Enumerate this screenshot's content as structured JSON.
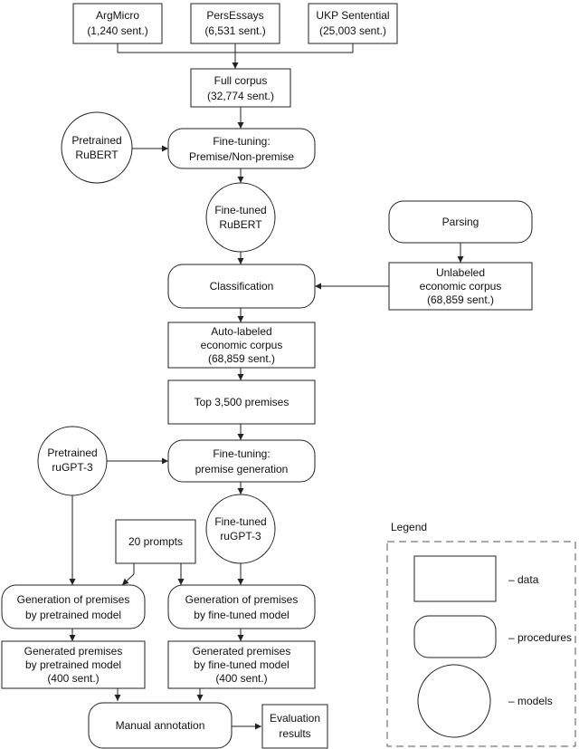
{
  "nodes": {
    "argmicro": {
      "kind": "data",
      "lines": [
        "ArgMicro",
        "(1,240 sent.)"
      ]
    },
    "persessays": {
      "kind": "data",
      "lines": [
        "PersEssays",
        "(6,531 sent.)"
      ]
    },
    "ukp": {
      "kind": "data",
      "lines": [
        "UKP Sentential",
        "(25,003 sent.)"
      ]
    },
    "full_corpus": {
      "kind": "data",
      "lines": [
        "Full corpus",
        "(32,774 sent.)"
      ]
    },
    "pretrained_rubert": {
      "kind": "model",
      "lines": [
        "Pretrained",
        "RuBERT"
      ]
    },
    "finetune_premise": {
      "kind": "procedure",
      "lines": [
        "Fine-tuning:",
        "Premise/Non-premise"
      ]
    },
    "finetuned_rubert": {
      "kind": "model",
      "lines": [
        "Fine-tuned",
        "RuBERT"
      ]
    },
    "parsing": {
      "kind": "procedure",
      "lines": [
        "Parsing"
      ]
    },
    "unlabeled": {
      "kind": "data",
      "lines": [
        "Unlabeled",
        "economic corpus",
        "(68,859 sent.)"
      ]
    },
    "classification": {
      "kind": "procedure",
      "lines": [
        "Classification"
      ]
    },
    "autolabeled": {
      "kind": "data",
      "lines": [
        "Auto-labeled",
        "economic corpus",
        "(68,859 sent.)"
      ]
    },
    "top3500": {
      "kind": "data",
      "lines": [
        "Top 3,500 premises"
      ]
    },
    "pretrained_rugpt": {
      "kind": "model",
      "lines": [
        "Pretrained",
        "ruGPT-3"
      ]
    },
    "finetune_gen": {
      "kind": "procedure",
      "lines": [
        "Fine-tuning:",
        "premise generation"
      ]
    },
    "finetuned_rugpt": {
      "kind": "model",
      "lines": [
        "Fine-tuned",
        "ruGPT-3"
      ]
    },
    "prompts": {
      "kind": "data",
      "lines": [
        "20 prompts"
      ]
    },
    "gen_pretrained": {
      "kind": "procedure",
      "lines": [
        "Generation of premises",
        "by pretrained model"
      ]
    },
    "gen_finetuned": {
      "kind": "procedure",
      "lines": [
        "Generation of premises",
        "by fine-tuned model"
      ]
    },
    "out_pretrained": {
      "kind": "data",
      "lines": [
        "Generated premises",
        "by pretrained model",
        "(400 sent.)"
      ]
    },
    "out_finetuned": {
      "kind": "data",
      "lines": [
        "Generated premises",
        "by fine-tuned model",
        "(400 sent.)"
      ]
    },
    "manual": {
      "kind": "procedure",
      "lines": [
        "Manual annotation"
      ]
    },
    "evaluation": {
      "kind": "data",
      "lines": [
        "Evaluation",
        "results"
      ]
    }
  },
  "edges": [
    [
      "argmicro",
      "full_corpus"
    ],
    [
      "persessays",
      "full_corpus"
    ],
    [
      "ukp",
      "full_corpus"
    ],
    [
      "full_corpus",
      "finetune_premise"
    ],
    [
      "pretrained_rubert",
      "finetune_premise"
    ],
    [
      "finetune_premise",
      "finetuned_rubert"
    ],
    [
      "finetuned_rubert",
      "classification"
    ],
    [
      "parsing",
      "unlabeled"
    ],
    [
      "unlabeled",
      "classification"
    ],
    [
      "classification",
      "autolabeled"
    ],
    [
      "autolabeled",
      "top3500"
    ],
    [
      "top3500",
      "finetune_gen"
    ],
    [
      "pretrained_rugpt",
      "finetune_gen"
    ],
    [
      "finetune_gen",
      "finetuned_rugpt"
    ],
    [
      "pretrained_rugpt",
      "gen_pretrained"
    ],
    [
      "prompts",
      "gen_pretrained"
    ],
    [
      "prompts",
      "gen_finetuned"
    ],
    [
      "finetuned_rugpt",
      "gen_finetuned"
    ],
    [
      "gen_pretrained",
      "out_pretrained"
    ],
    [
      "gen_finetuned",
      "out_finetuned"
    ],
    [
      "out_pretrained",
      "manual"
    ],
    [
      "out_finetuned",
      "manual"
    ],
    [
      "manual",
      "evaluation"
    ]
  ],
  "legend": {
    "title": "Legend",
    "data_label": "– data",
    "procedures_label": "– procedures",
    "models_label": "– models"
  }
}
